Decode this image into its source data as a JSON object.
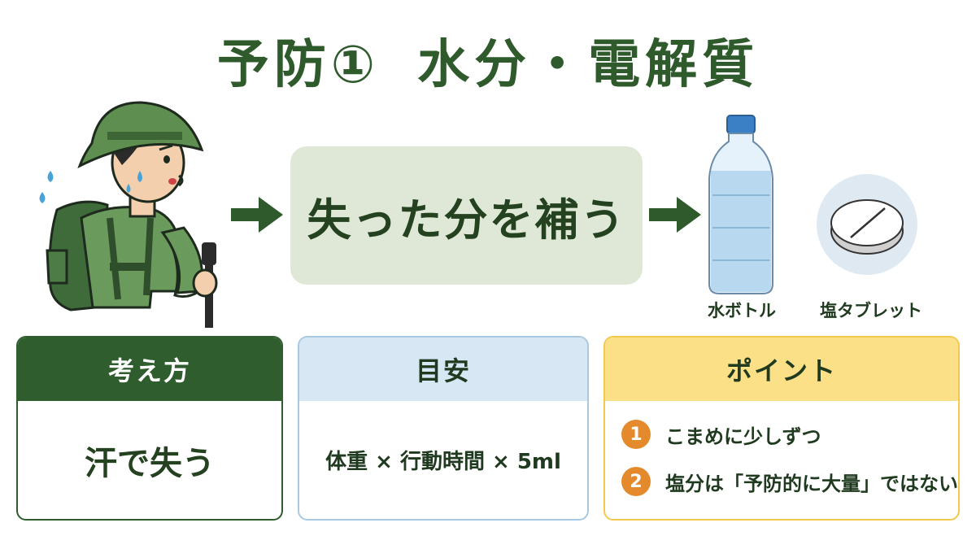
{
  "title": {
    "part1": "予防①",
    "part2": "水分・電解質"
  },
  "center_message": "失った分を補う",
  "items": {
    "water_label": "水ボトル",
    "salt_label": "塩タブレット"
  },
  "cards": {
    "approach": {
      "title": "考え方",
      "text": "汗で失う"
    },
    "guide": {
      "title": "目安",
      "text": "体重 × 行動時間 × 5ml"
    },
    "points": {
      "title": "ポイント",
      "items": [
        {
          "num": "1",
          "text": "こまめに少しずつ"
        },
        {
          "num": "2",
          "text": "塩分は「予防的に大量」ではない"
        }
      ]
    }
  },
  "colors": {
    "title_green": "#2f5b2c",
    "dark_green": "#2f5d2e",
    "light_green": "#dfe8d6",
    "light_blue": "#d7e7f4",
    "yellow": "#fbe088",
    "orange": "#e48a2c"
  },
  "icons": {
    "hiker": "sweating-hiker-illustration",
    "arrow": "right-arrow-icon",
    "bottle": "water-bottle-icon",
    "tablet": "salt-tablet-icon"
  }
}
